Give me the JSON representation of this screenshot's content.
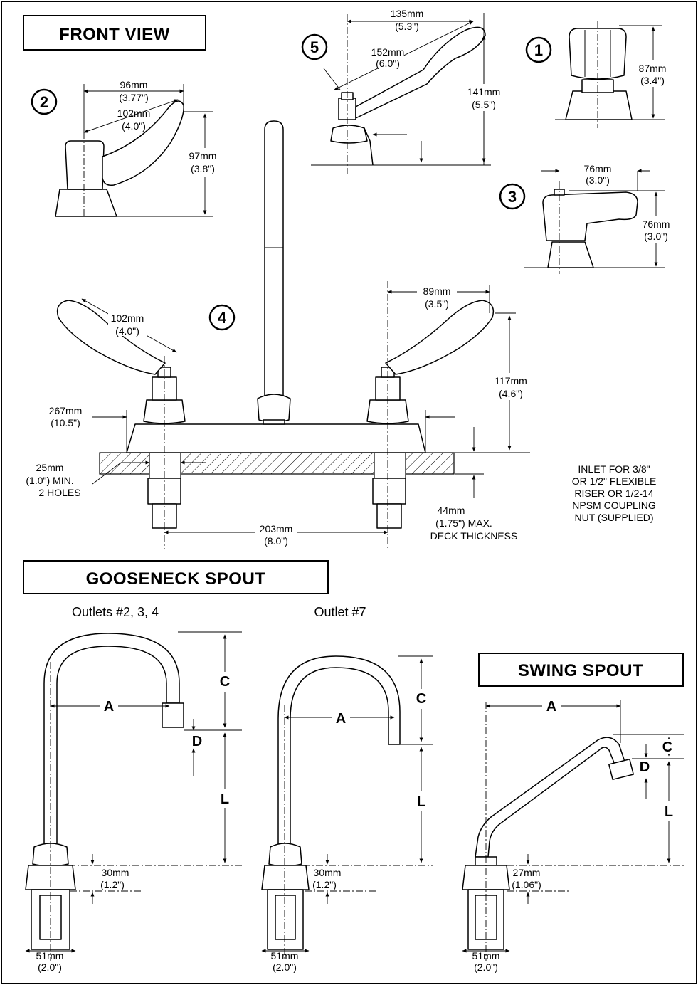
{
  "titles": {
    "front_view": "FRONT VIEW",
    "gooseneck_spout": "GOOSENECK SPOUT",
    "swing_spout": "SWING SPOUT"
  },
  "handle_numbers": [
    "1",
    "2",
    "3",
    "4",
    "5"
  ],
  "handle_1": {
    "height_mm": "87mm",
    "height_in": "(3.4\")"
  },
  "handle_2": {
    "width_mm": "96mm",
    "width_in": "(3.77\")",
    "reach_mm": "102mm",
    "reach_in": "(4.0\")",
    "height_mm": "97mm",
    "height_in": "(3.8\")"
  },
  "handle_3": {
    "width_mm": "76mm",
    "width_in": "(3.0\")",
    "height_mm": "76mm",
    "height_in": "(3.0\")"
  },
  "handle_4": {
    "reach_mm": "102mm",
    "reach_in": "(4.0\")"
  },
  "handle_5": {
    "width_mm": "135mm",
    "width_in": "(5.3\")",
    "reach_mm": "152mm",
    "reach_in": "(6.0\")",
    "height_mm": "141mm",
    "height_in": "(5.5\")"
  },
  "faucet": {
    "handle_width_mm": "89mm",
    "handle_width_in": "(3.5\")",
    "handle_height_mm": "117mm",
    "handle_height_in": "(4.6\")",
    "body_width_mm": "267mm",
    "body_width_in": "(10.5\")",
    "hole_mm": "25mm",
    "hole_in": "(1.0\") MIN.",
    "hole_note": "2 HOLES",
    "centers_mm": "203mm",
    "centers_in": "(8.0\")",
    "deck_mm": "44mm",
    "deck_in": "(1.75\") MAX.",
    "deck_note": "DECK THICKNESS"
  },
  "inlet_note": [
    "INLET FOR 3/8\"",
    "OR 1/2\" FLEXIBLE",
    "RISER OR 1/2-14",
    "NPSM COUPLING",
    "NUT (SUPPLIED)"
  ],
  "gooseneck_a": {
    "caption": "Outlets #2, 3, 4",
    "base_mm": "30mm",
    "base_in": "(1.2\")",
    "width_mm": "51mm",
    "width_in": "(2.0\")"
  },
  "gooseneck_b": {
    "caption": "Outlet #7",
    "base_mm": "30mm",
    "base_in": "(1.2\")",
    "width_mm": "51mm",
    "width_in": "(2.0\")"
  },
  "swing": {
    "base_mm": "27mm",
    "base_in": "(1.06\")",
    "width_mm": "51mm",
    "width_in": "(2.0\")"
  },
  "letters": {
    "a": "A",
    "c": "C",
    "d": "D",
    "l": "L"
  }
}
